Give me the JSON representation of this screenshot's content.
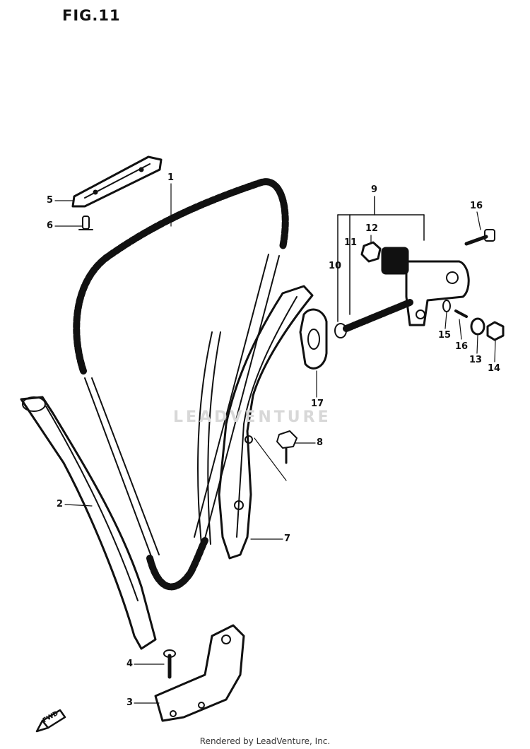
{
  "figure": {
    "title": "FIG.11",
    "footer": "Rendered by LeadVenture, Inc.",
    "watermark": "LEADVENTURE"
  },
  "callouts": [
    {
      "id": "1",
      "label": "1"
    },
    {
      "id": "2",
      "label": "2"
    },
    {
      "id": "3",
      "label": "3"
    },
    {
      "id": "4",
      "label": "4"
    },
    {
      "id": "5",
      "label": "5"
    },
    {
      "id": "6",
      "label": "6"
    },
    {
      "id": "7",
      "label": "7"
    },
    {
      "id": "8",
      "label": "8"
    },
    {
      "id": "9",
      "label": "9"
    },
    {
      "id": "10",
      "label": "10"
    },
    {
      "id": "11",
      "label": "11"
    },
    {
      "id": "12",
      "label": "12"
    },
    {
      "id": "13",
      "label": "13"
    },
    {
      "id": "14",
      "label": "14"
    },
    {
      "id": "15",
      "label": "15"
    },
    {
      "id": "16a",
      "label": "16"
    },
    {
      "id": "16b",
      "label": "16"
    },
    {
      "id": "17",
      "label": "17"
    }
  ],
  "direction_marker": {
    "label": "FWD"
  }
}
